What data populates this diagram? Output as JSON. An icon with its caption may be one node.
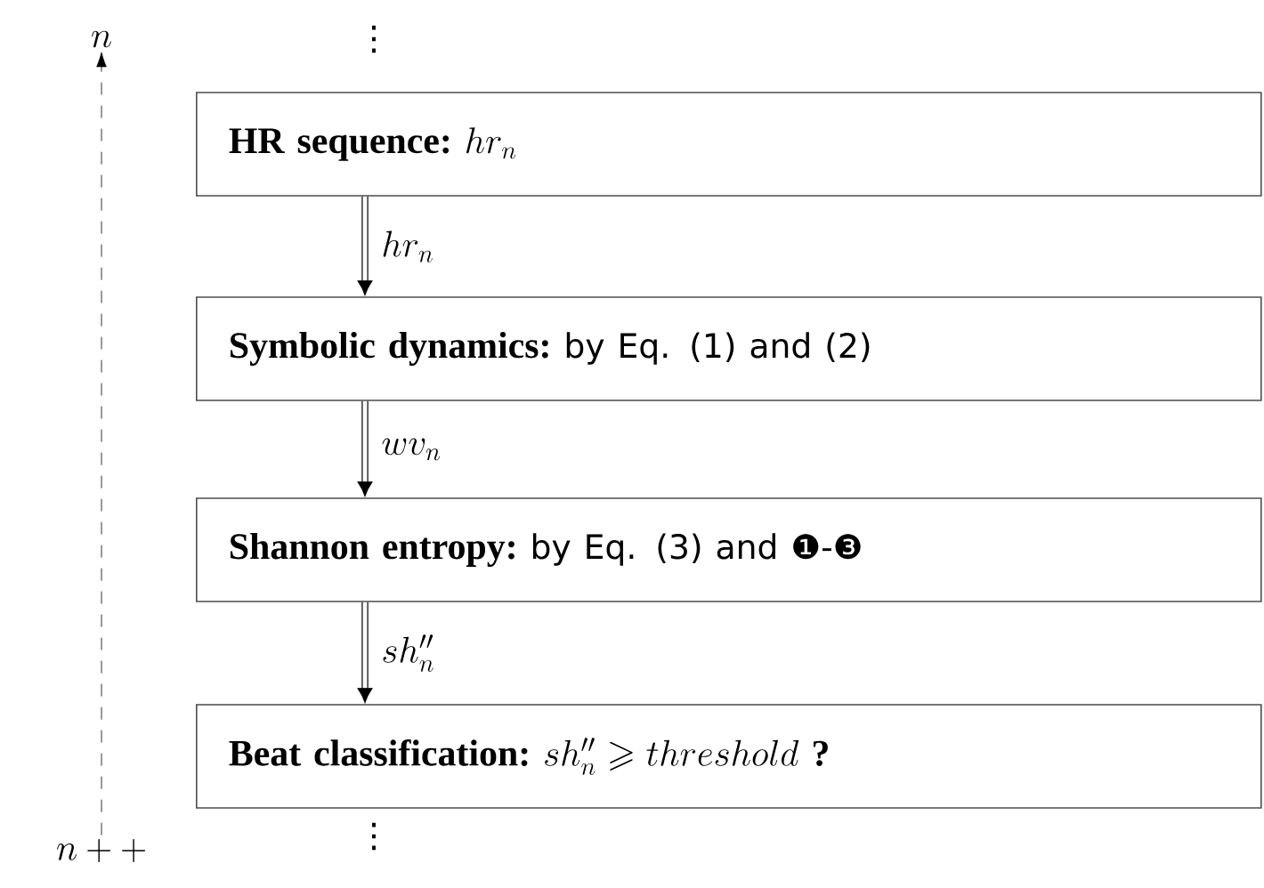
{
  "diagram": {
    "nodes": [
      {
        "text": [
          "n"
        ]
      },
      {
        "text": [
          "HR sequence:",
          "hr_n"
        ]
      },
      {
        "text": [
          "Symbolic dynamics:",
          "by Eq. (1) and (2)"
        ]
      },
      {
        "text": [
          "Shannon entropy:",
          "by Eq. (3) and ❶-❸"
        ]
      },
      {
        "text": [
          "Beat classification:",
          "sh''_n \\geqslant threshold\\ \\textbf{?}"
        ]
      },
      {
        "text": [
          "n++"
        ]
      }
    ],
    "edges": [
      {
        "from": 1,
        "to": 2,
        "arrow": "to",
        "label": "hr_n"
      },
      {
        "from": 2,
        "to": 3,
        "arrow": "to",
        "label": "wv_n"
      },
      {
        "from": 3,
        "to": 4,
        "arrow": "to",
        "label": "sh''_n"
      },
      {
        "from": 5,
        "to": 0,
        "arrow": "to",
        "style": "dashed"
      }
    ],
    "labels": [
      "⋮",
      "⋮"
    ]
  }
}
